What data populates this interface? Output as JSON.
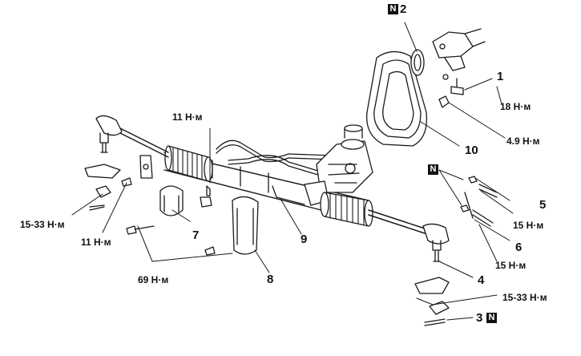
{
  "callouts": {
    "n1": "1",
    "n2": "2",
    "n3": "3",
    "n4": "4",
    "n5": "5",
    "n6": "6",
    "n7": "7",
    "n8": "8",
    "n9": "9",
    "n10": "10"
  },
  "torques": {
    "t_18": "18 Н·м",
    "t_4_9": "4.9 Н·м",
    "t_15_a": "15 Н·м",
    "t_15_b": "15 Н·м",
    "t_15_33_left": "15-33 Н·м",
    "t_15_33_right": "15-33 Н·м",
    "t_11_top": "11 Н·м",
    "t_11_left": "11 Н·м",
    "t_69": "69 Н·м"
  },
  "markers": {
    "new_part": "N"
  }
}
